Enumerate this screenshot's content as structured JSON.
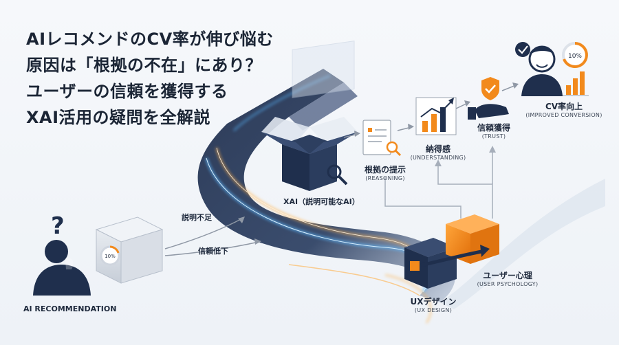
{
  "headline": {
    "line1": "AIレコメンドのCV率が伸び悩む",
    "line2": "原因は「根拠の不在」にあり？",
    "line3": "ユーザーの信頼を獲得する",
    "line4": "XAI活用の疑問を全解説"
  },
  "start": {
    "label": "AI RECOMMENDATION",
    "question_mark": "?",
    "gauge_text": "10%"
  },
  "problems": {
    "no_explanation": "説明不足",
    "low_trust": "信頼低下"
  },
  "xai": {
    "label": "XAI（説明可能なAI）"
  },
  "steps": [
    {
      "main": "根拠の提示",
      "sub": "(REASONING)"
    },
    {
      "main": "納得感",
      "sub": "(UNDERSTANDING)"
    },
    {
      "main": "信頼獲得",
      "sub": "(TRUST)"
    },
    {
      "main": "CV率向上",
      "sub": "(IMPROVED CONVERSION)"
    }
  ],
  "cv_gauge_text": "10%",
  "ux_design": {
    "main": "UXデザイン",
    "sub": "(UX DESIGN)"
  },
  "user_psychology": {
    "main": "ユーザー心理",
    "sub": "(USER PSYCHOLOGY)"
  },
  "colors": {
    "navy": "#1f2f4d",
    "orange": "#f28a1c",
    "road": "#2c3a57",
    "glow_blue": "#5ab8ff",
    "glow_orange": "#ffb14a",
    "gray": "#9aa3af"
  },
  "icons": [
    "question-icon",
    "check-icon",
    "shield-check-icon",
    "hand-icon",
    "chart-icon",
    "magnifier-icon",
    "box-icon",
    "person-icon"
  ]
}
